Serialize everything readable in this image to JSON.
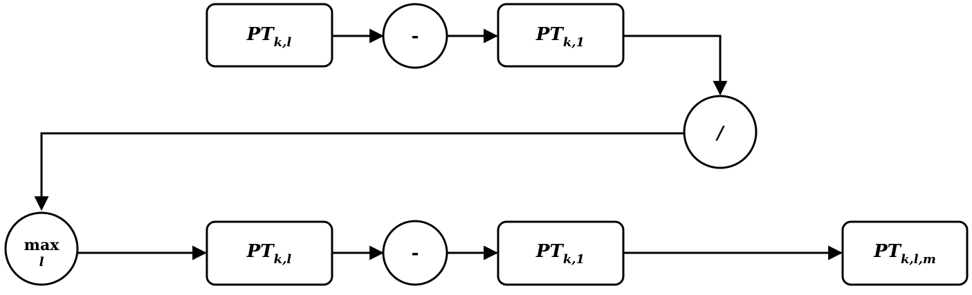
{
  "row1": {
    "box_a": {
      "main": "PT",
      "sub": "k,l"
    },
    "op_minus": "-",
    "box_b": {
      "main": "PT",
      "sub": "k,1"
    }
  },
  "divide_op": "/",
  "max_op": {
    "main": "max",
    "sub": "l"
  },
  "row3": {
    "box_c": {
      "main": "PT",
      "sub": "k,l"
    },
    "op_minus": "-",
    "box_d": {
      "main": "PT",
      "sub": "k,1"
    },
    "box_e": {
      "main": "PT",
      "sub": "k,l,m"
    }
  }
}
